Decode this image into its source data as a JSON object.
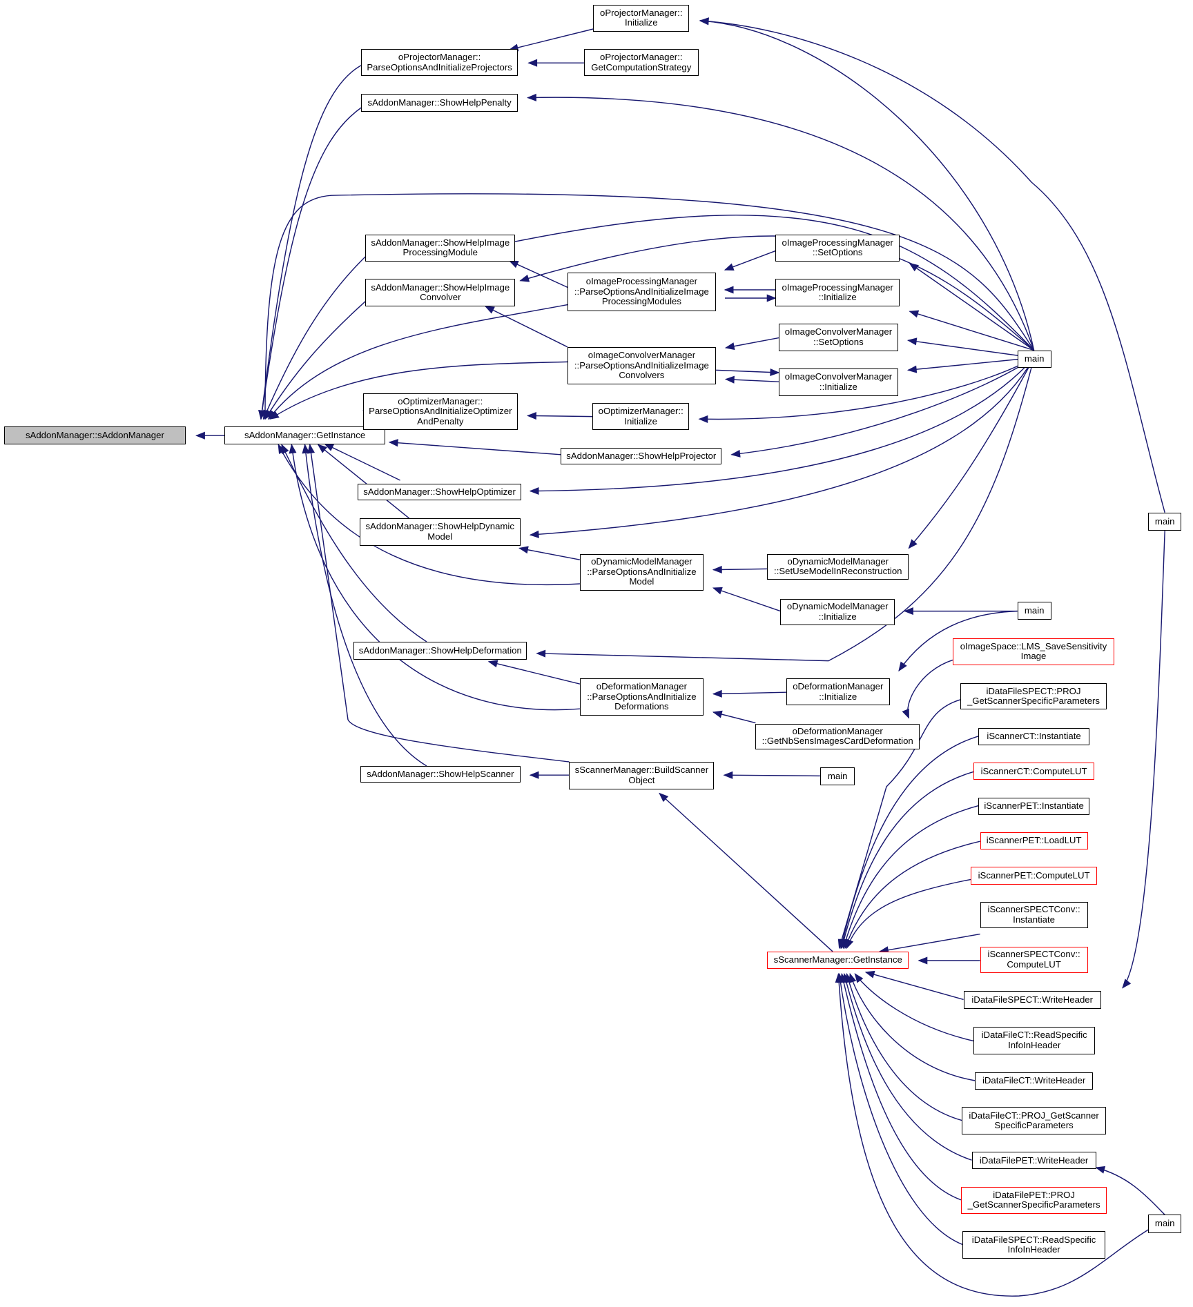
{
  "graph": {
    "nodes": [
      {
        "id": "root",
        "lines": [
          "sAddonManager::sAddonManager"
        ],
        "border": "black",
        "fill": "gray"
      },
      {
        "id": "addonGetInstance",
        "lines": [
          "sAddonManager::GetInstance"
        ],
        "border": "black"
      },
      {
        "id": "projInit",
        "lines": [
          "oProjectorManager::",
          "Initialize"
        ],
        "border": "black"
      },
      {
        "id": "projParse",
        "lines": [
          "oProjectorManager::",
          "ParseOptionsAndInitializeProjectors"
        ],
        "border": "black"
      },
      {
        "id": "projCompStrat",
        "lines": [
          "oProjectorManager::",
          "GetComputationStrategy"
        ],
        "border": "black"
      },
      {
        "id": "helpPenalty",
        "lines": [
          "sAddonManager::ShowHelpPenalty"
        ],
        "border": "black"
      },
      {
        "id": "helpImgProc",
        "lines": [
          "sAddonManager::ShowHelpImage",
          "ProcessingModule"
        ],
        "border": "black"
      },
      {
        "id": "helpImgConv",
        "lines": [
          "sAddonManager::ShowHelpImage",
          "Convolver"
        ],
        "border": "black"
      },
      {
        "id": "ipmParse",
        "lines": [
          "oImageProcessingManager",
          "::ParseOptionsAndInitializeImage",
          "ProcessingModules"
        ],
        "border": "black"
      },
      {
        "id": "ipmSetOpt",
        "lines": [
          "oImageProcessingManager",
          "::SetOptions"
        ],
        "border": "black"
      },
      {
        "id": "ipmInit",
        "lines": [
          "oImageProcessingManager",
          "::Initialize"
        ],
        "border": "black"
      },
      {
        "id": "icmParse",
        "lines": [
          "oImageConvolverManager",
          "::ParseOptionsAndInitializeImage",
          "Convolvers"
        ],
        "border": "black"
      },
      {
        "id": "icmSetOpt",
        "lines": [
          "oImageConvolverManager",
          "::SetOptions"
        ],
        "border": "black"
      },
      {
        "id": "icmInit",
        "lines": [
          "oImageConvolverManager",
          "::Initialize"
        ],
        "border": "black"
      },
      {
        "id": "optParse",
        "lines": [
          "oOptimizerManager::",
          "ParseOptionsAndInitializeOptimizer",
          "AndPenalty"
        ],
        "border": "black"
      },
      {
        "id": "optInit",
        "lines": [
          "oOptimizerManager::",
          "Initialize"
        ],
        "border": "black"
      },
      {
        "id": "helpProj",
        "lines": [
          "sAddonManager::ShowHelpProjector"
        ],
        "border": "black"
      },
      {
        "id": "helpOpt",
        "lines": [
          "sAddonManager::ShowHelpOptimizer"
        ],
        "border": "black"
      },
      {
        "id": "helpDyn",
        "lines": [
          "sAddonManager::ShowHelpDynamic",
          "Model"
        ],
        "border": "black"
      },
      {
        "id": "dynParse",
        "lines": [
          "oDynamicModelManager",
          "::ParseOptionsAndInitialize",
          "Model"
        ],
        "border": "black"
      },
      {
        "id": "dynSetUse",
        "lines": [
          "oDynamicModelManager",
          "::SetUseModelInReconstruction"
        ],
        "border": "black"
      },
      {
        "id": "dynInit",
        "lines": [
          "oDynamicModelManager",
          "::Initialize"
        ],
        "border": "black"
      },
      {
        "id": "helpDef",
        "lines": [
          "sAddonManager::ShowHelpDeformation"
        ],
        "border": "black"
      },
      {
        "id": "defParse",
        "lines": [
          "oDeformationManager",
          "::ParseOptionsAndInitialize",
          "Deformations"
        ],
        "border": "black"
      },
      {
        "id": "defInit",
        "lines": [
          "oDeformationManager",
          "::Initialize"
        ],
        "border": "black"
      },
      {
        "id": "defNbSens",
        "lines": [
          "oDeformationManager",
          "::GetNbSensImagesCardDeformation"
        ],
        "border": "black"
      },
      {
        "id": "helpScanner",
        "lines": [
          "sAddonManager::ShowHelpScanner"
        ],
        "border": "black"
      },
      {
        "id": "buildScanner",
        "lines": [
          "sScannerManager::BuildScanner",
          "Object"
        ],
        "border": "black"
      },
      {
        "id": "mainA",
        "lines": [
          "main"
        ],
        "border": "black"
      },
      {
        "id": "mainB",
        "lines": [
          "main"
        ],
        "border": "black"
      },
      {
        "id": "mainC",
        "lines": [
          "main"
        ],
        "border": "black"
      },
      {
        "id": "mainD",
        "lines": [
          "main"
        ],
        "border": "black"
      },
      {
        "id": "mainE",
        "lines": [
          "main"
        ],
        "border": "black"
      },
      {
        "id": "lmsSave",
        "lines": [
          "oImageSpace::LMS_SaveSensitivity",
          "Image"
        ],
        "border": "red"
      },
      {
        "id": "spectProj",
        "lines": [
          "iDataFileSPECT::PROJ",
          "_GetScannerSpecificParameters"
        ],
        "border": "black"
      },
      {
        "id": "ctInst",
        "lines": [
          "iScannerCT::Instantiate"
        ],
        "border": "black"
      },
      {
        "id": "ctLut",
        "lines": [
          "iScannerCT::ComputeLUT"
        ],
        "border": "red"
      },
      {
        "id": "petInst",
        "lines": [
          "iScannerPET::Instantiate"
        ],
        "border": "black"
      },
      {
        "id": "petLoad",
        "lines": [
          "iScannerPET::LoadLUT"
        ],
        "border": "red"
      },
      {
        "id": "petLut",
        "lines": [
          "iScannerPET::ComputeLUT"
        ],
        "border": "red"
      },
      {
        "id": "scInst",
        "lines": [
          "iScannerSPECTConv::",
          "Instantiate"
        ],
        "border": "black"
      },
      {
        "id": "scLut",
        "lines": [
          "iScannerSPECTConv::",
          "ComputeLUT"
        ],
        "border": "red"
      },
      {
        "id": "ssmGetInst",
        "lines": [
          "sScannerManager::GetInstance"
        ],
        "border": "red"
      },
      {
        "id": "spectWrite",
        "lines": [
          "iDataFileSPECT::WriteHeader"
        ],
        "border": "black"
      },
      {
        "id": "ctReadSpec",
        "lines": [
          "iDataFileCT::ReadSpecific",
          "InfoInHeader"
        ],
        "border": "black"
      },
      {
        "id": "ctWrite",
        "lines": [
          "iDataFileCT::WriteHeader"
        ],
        "border": "black"
      },
      {
        "id": "ctProj",
        "lines": [
          "iDataFileCT::PROJ_GetScanner",
          "SpecificParameters"
        ],
        "border": "black"
      },
      {
        "id": "petWrite",
        "lines": [
          "iDataFilePET::WriteHeader"
        ],
        "border": "black"
      },
      {
        "id": "petProj",
        "lines": [
          "iDataFilePET::PROJ",
          "_GetScannerSpecificParameters"
        ],
        "border": "red"
      },
      {
        "id": "spectRead",
        "lines": [
          "iDataFileSPECT::ReadSpecific",
          "InfoInHeader"
        ],
        "border": "black"
      }
    ]
  }
}
